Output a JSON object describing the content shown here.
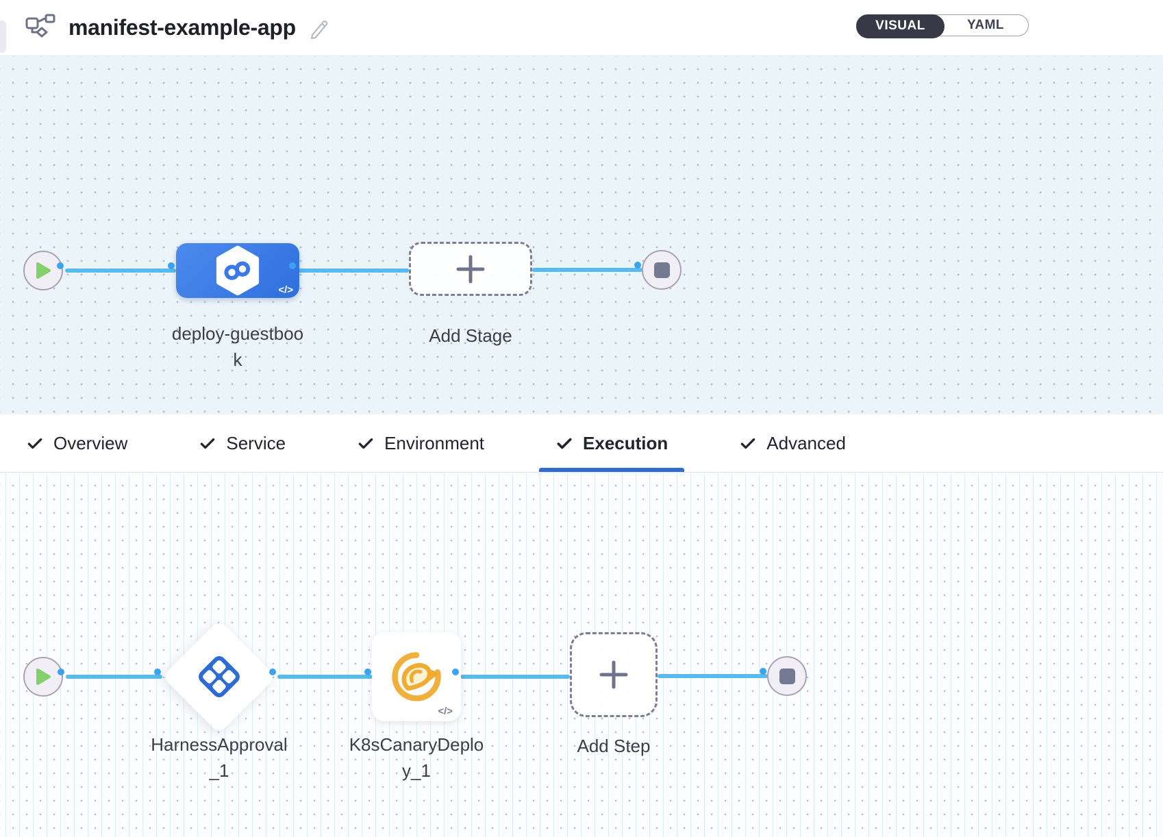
{
  "header": {
    "title": "manifest-example-app",
    "view_toggle": {
      "visual_label": "VISUAL",
      "yaml_label": "YAML",
      "selected": "VISUAL"
    }
  },
  "stage_canvas": {
    "stage_name": "deploy-guestbook",
    "add_stage_label": "Add Stage",
    "code_badge": "</>"
  },
  "tabs": {
    "items": [
      {
        "label": "Overview",
        "checked": true,
        "active": false
      },
      {
        "label": "Service",
        "checked": true,
        "active": false
      },
      {
        "label": "Environment",
        "checked": true,
        "active": false
      },
      {
        "label": "Execution",
        "checked": true,
        "active": true
      },
      {
        "label": "Advanced",
        "checked": true,
        "active": false
      }
    ]
  },
  "execution_canvas": {
    "steps": [
      {
        "name": "HarnessApproval_1",
        "type": "approval"
      },
      {
        "name": "K8sCanaryDeploy_1",
        "type": "canary"
      }
    ],
    "add_step_label": "Add Step",
    "code_badge": "</>"
  },
  "colors": {
    "stage_blue": "#3b79e8",
    "connector_blue": "#57bbee",
    "port_ring_blue": "#3aa3ef",
    "active_tab_underline": "#2e6bd3",
    "toggle_dark": "#383946",
    "canary_yellow": "#f0b03c",
    "approval_blue": "#2e6bd3",
    "play_green": "#84d06a"
  }
}
